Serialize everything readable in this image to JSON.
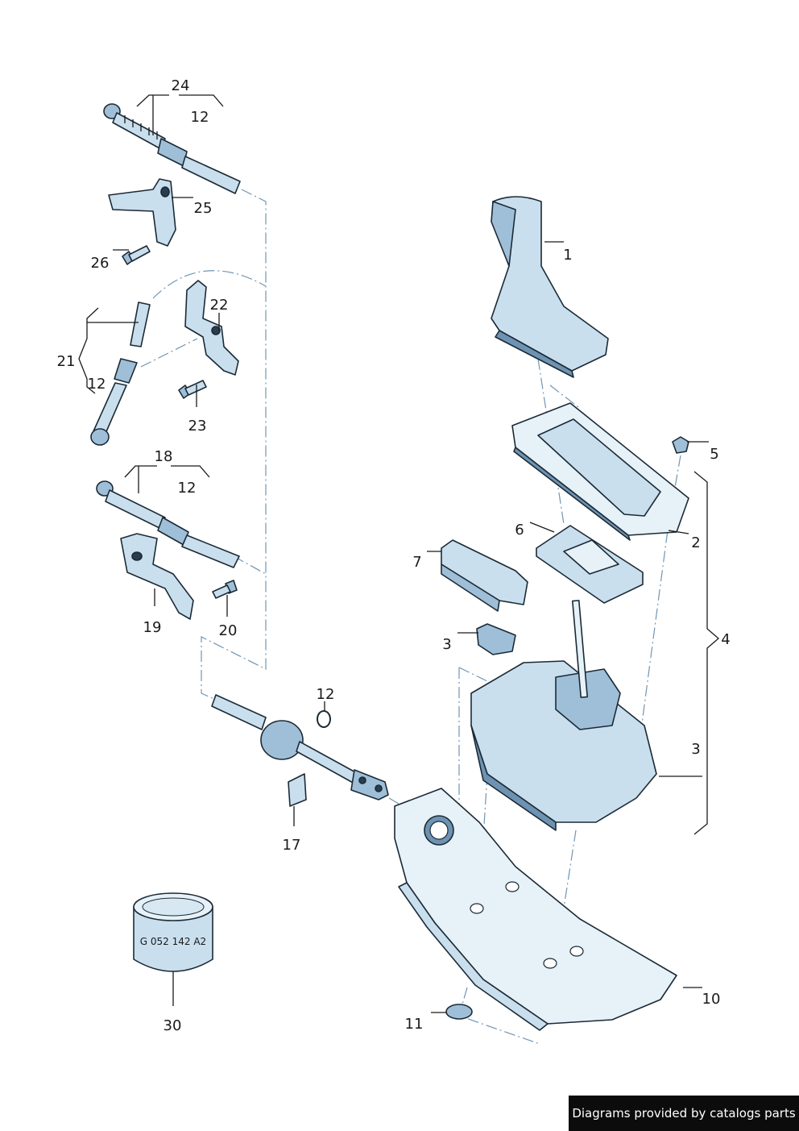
{
  "callouts": {
    "c1": "1",
    "c2": "2",
    "c3a": "3",
    "c3b": "3",
    "c4": "4",
    "c5": "5",
    "c6": "6",
    "c7": "7",
    "c10": "10",
    "c11": "11",
    "c12a": "12",
    "c12b": "12",
    "c12c": "12",
    "c12d": "12",
    "c17": "17",
    "c18": "18",
    "c19": "19",
    "c20": "20",
    "c21": "21",
    "c22": "22",
    "c23": "23",
    "c24": "24",
    "c25": "25",
    "c26": "26",
    "c30": "30"
  },
  "grease_label": "G 052 142 A2",
  "credit": "Diagrams provided by catalogs parts",
  "colors": {
    "part_light": "#c9dfee",
    "part_mid": "#9fbfd8",
    "part_shadow": "#6e93b2",
    "outline": "#1b2a36",
    "leader_dash": "#6f95b3"
  }
}
